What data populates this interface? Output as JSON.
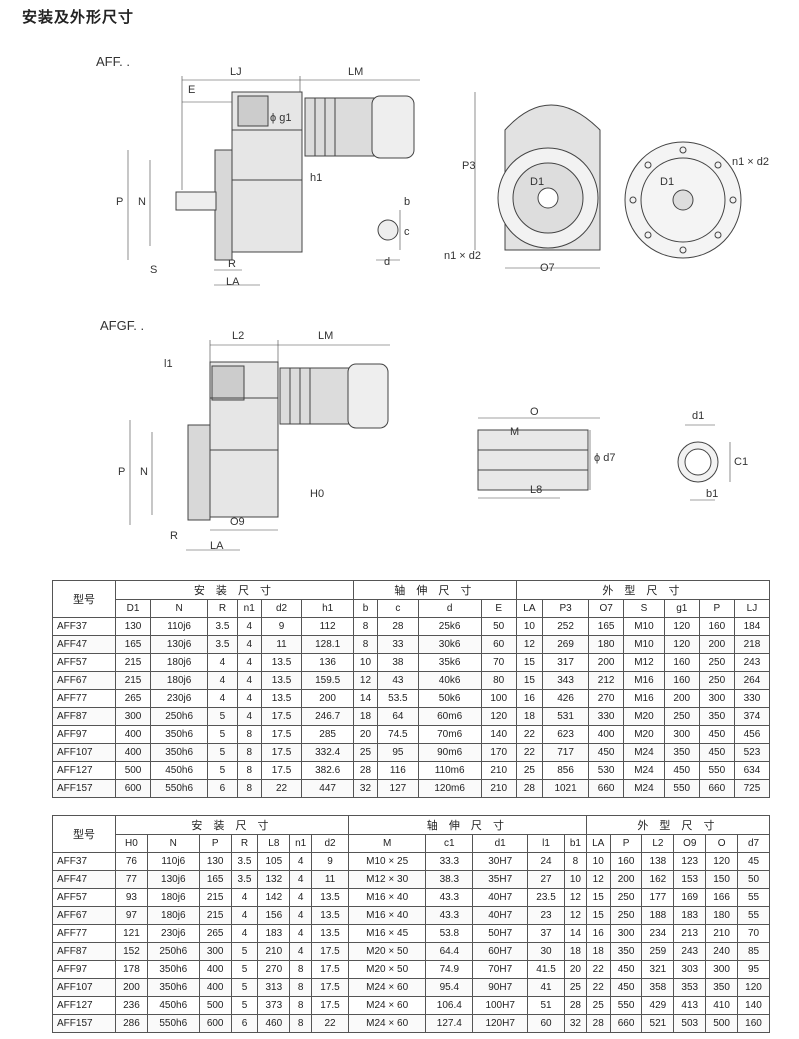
{
  "page": {
    "title": "安装及外形尺寸"
  },
  "drawing1": {
    "label": "AFF. .",
    "dims": {
      "LJ": "LJ",
      "LM": "LM",
      "E": "E",
      "g1": "ϕ g1",
      "h1": "h1",
      "P": "P",
      "N": "N",
      "S": "S",
      "R": "R",
      "LA": "LA",
      "b": "b",
      "c": "c",
      "d": "d",
      "P3": "P3",
      "D1": "D1",
      "D1b": "D1",
      "n1d2a": "n1 × d2",
      "n1d2b": "n1 × d2",
      "O7": "O7"
    }
  },
  "drawing2": {
    "label": "AFGF. .",
    "dims": {
      "L2": "L2",
      "LM": "LM",
      "l1": "l1",
      "P": "P",
      "N": "N",
      "H0": "H0",
      "O9": "O9",
      "R": "R",
      "LA": "LA",
      "O": "O",
      "M": "M",
      "d7": "ϕ d7",
      "L8": "L8",
      "d1": "d1",
      "C1": "C1",
      "b1": "b1"
    }
  },
  "table1": {
    "model_header": "型号",
    "groups": [
      "安 装 尺 寸",
      "轴 伸 尺 寸",
      "外 型 尺 寸"
    ],
    "columns": [
      "D1",
      "N",
      "R",
      "n1",
      "d2",
      "h1",
      "b",
      "c",
      "d",
      "E",
      "LA",
      "P3",
      "O7",
      "S",
      "g1",
      "P",
      "LJ"
    ],
    "rows": [
      [
        "AFF37",
        "130",
        "110j6",
        "3.5",
        "4",
        "9",
        "112",
        "8",
        "28",
        "25k6",
        "50",
        "10",
        "252",
        "165",
        "M10",
        "120",
        "160",
        "184"
      ],
      [
        "AFF47",
        "165",
        "130j6",
        "3.5",
        "4",
        "11",
        "128.1",
        "8",
        "33",
        "30k6",
        "60",
        "12",
        "269",
        "180",
        "M10",
        "120",
        "200",
        "218"
      ],
      [
        "AFF57",
        "215",
        "180j6",
        "4",
        "4",
        "13.5",
        "136",
        "10",
        "38",
        "35k6",
        "70",
        "15",
        "317",
        "200",
        "M12",
        "160",
        "250",
        "243"
      ],
      [
        "AFF67",
        "215",
        "180j6",
        "4",
        "4",
        "13.5",
        "159.5",
        "12",
        "43",
        "40k6",
        "80",
        "15",
        "343",
        "212",
        "M16",
        "160",
        "250",
        "264"
      ],
      [
        "AFF77",
        "265",
        "230j6",
        "4",
        "4",
        "13.5",
        "200",
        "14",
        "53.5",
        "50k6",
        "100",
        "16",
        "426",
        "270",
        "M16",
        "200",
        "300",
        "330"
      ],
      [
        "AFF87",
        "300",
        "250h6",
        "5",
        "4",
        "17.5",
        "246.7",
        "18",
        "64",
        "60m6",
        "120",
        "18",
        "531",
        "330",
        "M20",
        "250",
        "350",
        "374"
      ],
      [
        "AFF97",
        "400",
        "350h6",
        "5",
        "8",
        "17.5",
        "285",
        "20",
        "74.5",
        "70m6",
        "140",
        "22",
        "623",
        "400",
        "M20",
        "300",
        "450",
        "456"
      ],
      [
        "AFF107",
        "400",
        "350h6",
        "5",
        "8",
        "17.5",
        "332.4",
        "25",
        "95",
        "90m6",
        "170",
        "22",
        "717",
        "450",
        "M24",
        "350",
        "450",
        "523"
      ],
      [
        "AFF127",
        "500",
        "450h6",
        "5",
        "8",
        "17.5",
        "382.6",
        "28",
        "116",
        "110m6",
        "210",
        "25",
        "856",
        "530",
        "M24",
        "450",
        "550",
        "634"
      ],
      [
        "AFF157",
        "600",
        "550h6",
        "6",
        "8",
        "22",
        "447",
        "32",
        "127",
        "120m6",
        "210",
        "28",
        "1021",
        "660",
        "M24",
        "550",
        "660",
        "725"
      ]
    ]
  },
  "table2": {
    "model_header": "型号",
    "groups": [
      "安 装 尺 寸",
      "轴 伸 尺 寸",
      "外 型 尺 寸"
    ],
    "columns": [
      "H0",
      "N",
      "P",
      "R",
      "L8",
      "n1",
      "d2",
      "M",
      "c1",
      "d1",
      "l1",
      "b1",
      "LA",
      "P",
      "L2",
      "O9",
      "O",
      "d7"
    ],
    "rows": [
      [
        "AFF37",
        "76",
        "110j6",
        "130",
        "3.5",
        "105",
        "4",
        "9",
        "M10 × 25",
        "33.3",
        "30H7",
        "24",
        "8",
        "10",
        "160",
        "138",
        "123",
        "120",
        "45"
      ],
      [
        "AFF47",
        "77",
        "130j6",
        "165",
        "3.5",
        "132",
        "4",
        "11",
        "M12 × 30",
        "38.3",
        "35H7",
        "27",
        "10",
        "12",
        "200",
        "162",
        "153",
        "150",
        "50"
      ],
      [
        "AFF57",
        "93",
        "180j6",
        "215",
        "4",
        "142",
        "4",
        "13.5",
        "M16 × 40",
        "43.3",
        "40H7",
        "23.5",
        "12",
        "15",
        "250",
        "177",
        "169",
        "166",
        "55"
      ],
      [
        "AFF67",
        "97",
        "180j6",
        "215",
        "4",
        "156",
        "4",
        "13.5",
        "M16 × 40",
        "43.3",
        "40H7",
        "23",
        "12",
        "15",
        "250",
        "188",
        "183",
        "180",
        "55"
      ],
      [
        "AFF77",
        "121",
        "230j6",
        "265",
        "4",
        "183",
        "4",
        "13.5",
        "M16 × 45",
        "53.8",
        "50H7",
        "37",
        "14",
        "16",
        "300",
        "234",
        "213",
        "210",
        "70"
      ],
      [
        "AFF87",
        "152",
        "250h6",
        "300",
        "5",
        "210",
        "4",
        "17.5",
        "M20 × 50",
        "64.4",
        "60H7",
        "30",
        "18",
        "18",
        "350",
        "259",
        "243",
        "240",
        "85"
      ],
      [
        "AFF97",
        "178",
        "350h6",
        "400",
        "5",
        "270",
        "8",
        "17.5",
        "M20 × 50",
        "74.9",
        "70H7",
        "41.5",
        "20",
        "22",
        "450",
        "321",
        "303",
        "300",
        "95"
      ],
      [
        "AFF107",
        "200",
        "350h6",
        "400",
        "5",
        "313",
        "8",
        "17.5",
        "M24 × 60",
        "95.4",
        "90H7",
        "41",
        "25",
        "22",
        "450",
        "358",
        "353",
        "350",
        "120"
      ],
      [
        "AFF127",
        "236",
        "450h6",
        "500",
        "5",
        "373",
        "8",
        "17.5",
        "M24 × 60",
        "106.4",
        "100H7",
        "51",
        "28",
        "25",
        "550",
        "429",
        "413",
        "410",
        "140"
      ],
      [
        "AFF157",
        "286",
        "550h6",
        "600",
        "6",
        "460",
        "8",
        "22",
        "M24 × 60",
        "127.4",
        "120H7",
        "60",
        "32",
        "28",
        "660",
        "521",
        "503",
        "500",
        "160"
      ]
    ]
  }
}
